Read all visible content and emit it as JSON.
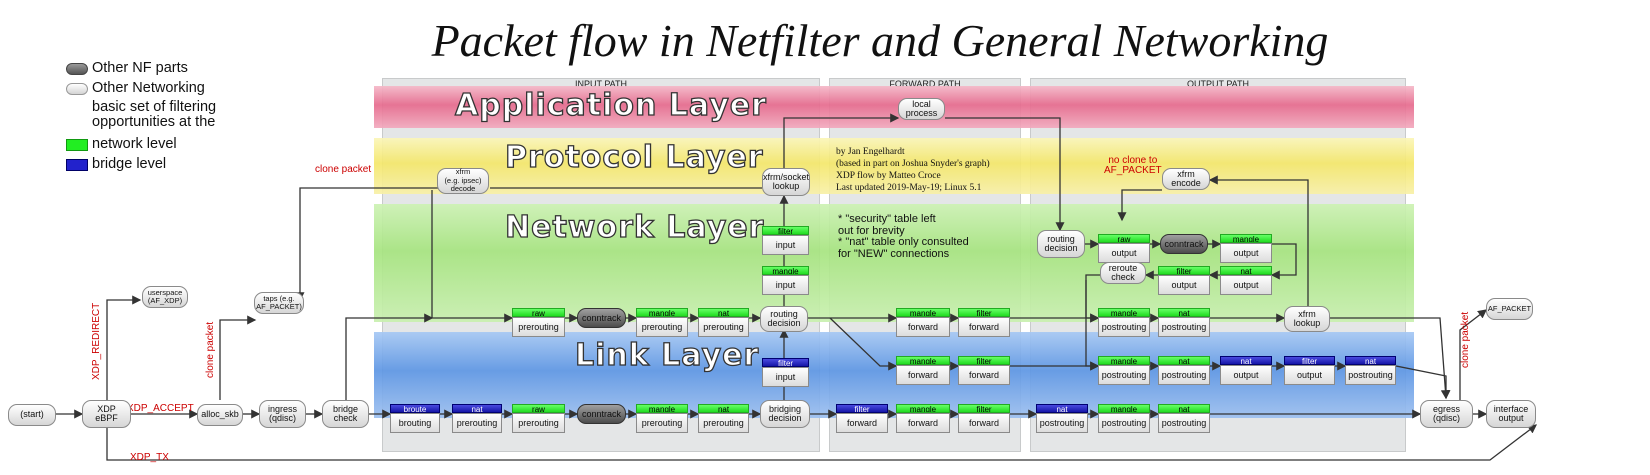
{
  "title": "Packet flow in Netfilter and General Networking",
  "legend": {
    "other_nf": "Other NF parts",
    "other_net": "Other Networking",
    "note": "basic set of filtering\nopportunities at the",
    "network_level": "network level",
    "bridge_level": "bridge level"
  },
  "paths": {
    "input": "INPUT PATH",
    "forward": "FORWARD PATH",
    "output": "OUTPUT PATH"
  },
  "layers": {
    "application": "Application Layer",
    "protocol": "Protocol Layer",
    "network": "Network Layer",
    "link": "Link Layer"
  },
  "credit": "by Jan Engelhardt\n(based in part on Joshua Snyder's graph)\nXDP flow by Matteo Croce\nLast updated 2019-May-19; Linux 5.1",
  "notes": "* \"security\" table left\n  out for brevity\n* \"nat\" table only consulted\n  for \"NEW\" connections",
  "annotations": {
    "clone_packet": "clone packet",
    "xdp_redirect": "XDP_REDIRECT",
    "xdp_accept": "XDP_ACCEPT",
    "xdp_tx": "XDP_TX",
    "clone_packet_2": "clone packet",
    "clone_packet_3": "clone packet",
    "no_clone": "no clone to\nAF_PACKET"
  },
  "nodes": {
    "start": "(start)",
    "xdp": "XDP\neBPF",
    "userspace": "userspace\n(AF_XDP)",
    "alloc": "alloc_skb",
    "taps": "taps (e.g.\nAF_PACKET)",
    "ingress": "ingress\n(qdisc)",
    "bridge_check": "bridge\ncheck",
    "xfrm_decode": "xfrm\n(e.g. ipsec)\ndecode",
    "local_process": "local\nprocess",
    "xfrm_socket": "xfrm/socket\nlookup",
    "filter_input": {
      "table": "filter",
      "chain": "input"
    },
    "mangle_input": {
      "table": "mangle",
      "chain": "input"
    },
    "raw_prerouting": {
      "table": "raw",
      "chain": "prerouting"
    },
    "conntrack_net": "conntrack",
    "mangle_prerouting": {
      "table": "mangle",
      "chain": "prerouting"
    },
    "nat_prerouting": {
      "table": "nat",
      "chain": "prerouting"
    },
    "routing_decision_in": "routing\ndecision",
    "mangle_forward": {
      "table": "mangle",
      "chain": "forward"
    },
    "filter_forward": {
      "table": "filter",
      "chain": "forward"
    },
    "routing_decision_out": "routing\ndecision",
    "raw_output": {
      "table": "raw",
      "chain": "output"
    },
    "conntrack_out": "conntrack",
    "mangle_output": {
      "table": "mangle",
      "chain": "output"
    },
    "xfrm_encode": "xfrm\nencode",
    "reroute_check": "reroute\ncheck",
    "filter_output": {
      "table": "filter",
      "chain": "output"
    },
    "nat_output": {
      "table": "nat",
      "chain": "output"
    },
    "mangle_postrouting": {
      "table": "mangle",
      "chain": "postrouting"
    },
    "nat_postrouting": {
      "table": "nat",
      "chain": "postrouting"
    },
    "xfrm_lookup": "xfrm\nlookup",
    "br_filter_input": {
      "table": "filter",
      "chain": "input"
    },
    "br_mangle_forward": {
      "table": "mangle",
      "chain": "forward"
    },
    "br_filter_forward": {
      "table": "filter",
      "chain": "forward"
    },
    "br_mangle_postrouting": {
      "table": "mangle",
      "chain": "postrouting"
    },
    "br_nat_postrouting": {
      "table": "nat",
      "chain": "postrouting"
    },
    "br_nat_output": {
      "table": "nat",
      "chain": "output"
    },
    "br_filter_output": {
      "table": "filter",
      "chain": "output"
    },
    "br_nat_postrouting2": {
      "table": "nat",
      "chain": "postrouting"
    },
    "broute": {
      "table": "broute",
      "chain": "brouting"
    },
    "l_nat_prerouting": {
      "table": "nat",
      "chain": "prerouting"
    },
    "l_raw_prerouting": {
      "table": "raw",
      "chain": "prerouting"
    },
    "conntrack_link": "conntrack",
    "l_mangle_prerouting": {
      "table": "mangle",
      "chain": "prerouting"
    },
    "l_nat_prerouting2": {
      "table": "nat",
      "chain": "prerouting"
    },
    "bridging_decision": "bridging\ndecision",
    "l_filter_forward": {
      "table": "filter",
      "chain": "forward"
    },
    "l_mangle_forward": {
      "table": "mangle",
      "chain": "forward"
    },
    "l_filter_forward2": {
      "table": "filter",
      "chain": "forward"
    },
    "l_nat_postrouting": {
      "table": "nat",
      "chain": "postrouting"
    },
    "l_mangle_postrouting": {
      "table": "mangle",
      "chain": "postrouting"
    },
    "l_nat_postrouting2": {
      "table": "nat",
      "chain": "postrouting"
    },
    "egress": "egress\n(qdisc)",
    "af_packet": "AF_PACKET",
    "interface_output": "interface\noutput"
  }
}
